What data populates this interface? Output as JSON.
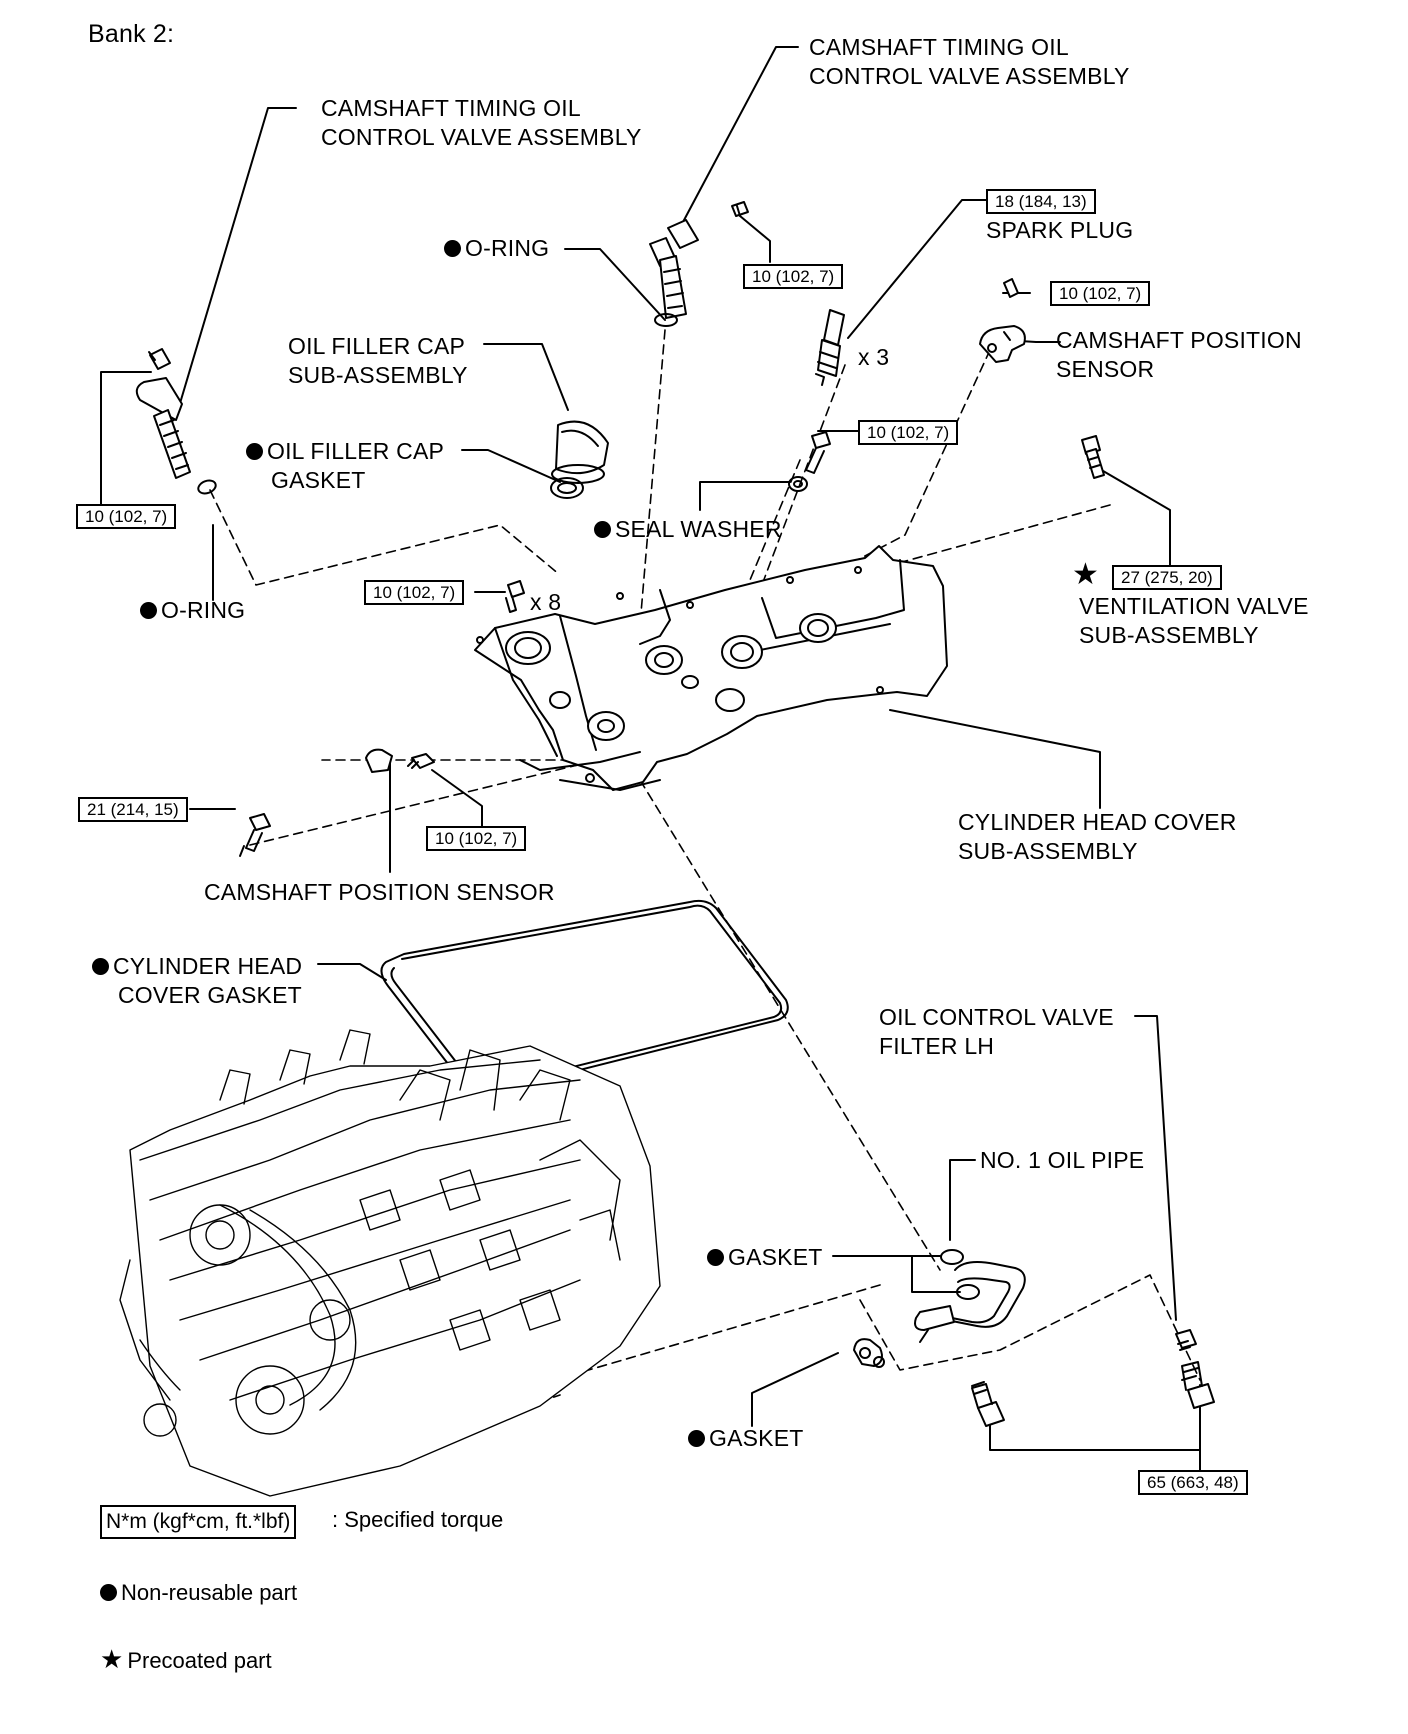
{
  "heading": "Bank 2:",
  "labels": {
    "cam_timing_valve_left": [
      "CAMSHAFT TIMING OIL",
      "CONTROL VALVE ASSEMBLY"
    ],
    "cam_timing_valve_right": [
      "CAMSHAFT TIMING OIL",
      "CONTROL VALVE ASSEMBLY"
    ],
    "o_ring_top": "O-RING",
    "o_ring_left": "O-RING",
    "oil_filler_cap": [
      "OIL FILLER CAP",
      "SUB-ASSEMBLY"
    ],
    "oil_filler_cap_gasket": [
      "OIL FILLER CAP",
      "GASKET"
    ],
    "spark_plug": "SPARK PLUG",
    "spark_plug_qty": "x 3",
    "cam_position_sensor_right": [
      "CAMSHAFT POSITION",
      "SENSOR"
    ],
    "seal_washer": "SEAL WASHER",
    "bolt_qty": "x 8",
    "ventilation_valve": [
      "VENTILATION VALVE",
      "SUB-ASSEMBLY"
    ],
    "cylinder_head_cover": [
      "CYLINDER HEAD COVER",
      "SUB-ASSEMBLY"
    ],
    "cam_position_sensor_bottom": "CAMSHAFT POSITION SENSOR",
    "cylinder_head_cover_gasket": [
      "CYLINDER HEAD",
      "COVER GASKET"
    ],
    "oil_control_valve_filter": [
      "OIL CONTROL VALVE",
      "FILTER LH"
    ],
    "no1_oil_pipe": "NO. 1 OIL PIPE",
    "gasket_upper": "GASKET",
    "gasket_lower": "GASKET"
  },
  "torques": {
    "valve_left_bolt": "10 (102, 7)",
    "valve_right_bolt": "10 (102, 7)",
    "spark_plug": "18 (184, 13)",
    "cam_sensor_right_bolt": "10 (102, 7)",
    "seal_washer_bolt": "10 (102, 7)",
    "ventilation_valve": "27 (275, 20)",
    "cover_bolts": "10 (102, 7)",
    "cam_sensor_bottom_bolt": "10 (102, 7)",
    "left_bolt": "21 (214, 15)",
    "union_bolts": "65 (663, 48)"
  },
  "legend": {
    "torque_box": "N*m (kgf*cm, ft.*lbf)",
    "torque_text": ": Specified torque",
    "non_reusable": "Non-reusable part",
    "precoated": "Precoated part"
  },
  "colors": {
    "ink": "#000000",
    "paper": "#ffffff"
  },
  "icons": {
    "non_reusable": "filled-circle-icon",
    "precoated": "star-icon"
  }
}
